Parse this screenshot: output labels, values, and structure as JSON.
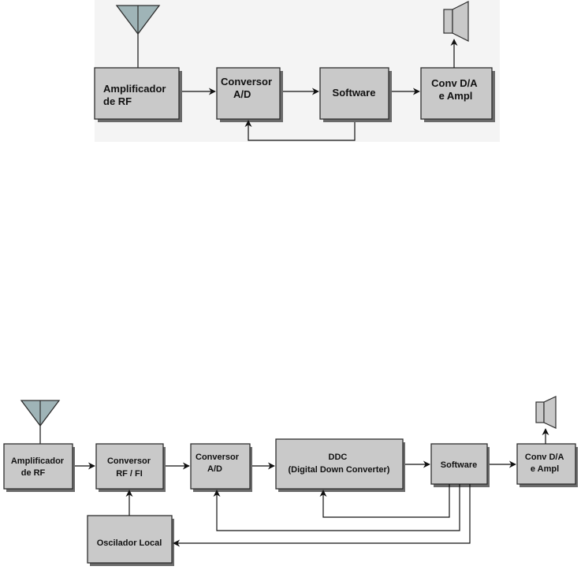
{
  "diagram_1": {
    "blocks": {
      "amp": [
        "Amplificador",
        "de RF"
      ],
      "adc": [
        "Conversor",
        "A/D"
      ],
      "sw": [
        "Software"
      ],
      "dac": [
        "Conv D/A",
        "e Ampl"
      ]
    }
  },
  "diagram_2": {
    "blocks": {
      "amp": [
        "Amplificador",
        "de RF"
      ],
      "rffi": [
        "Conversor",
        "RF / FI"
      ],
      "adc": [
        "Conversor",
        "A/D"
      ],
      "ddc": [
        "DDC",
        "(Digital Down Converter)"
      ],
      "sw": [
        "Software"
      ],
      "dac": [
        "Conv D/A",
        "e Ampl"
      ],
      "osc": [
        "Oscilador Local"
      ]
    }
  },
  "colors": {
    "block_fill": "#c9c9c9",
    "block_shadow": "#6b6b6b",
    "diagram_bg": "#f4f4f4",
    "antenna": "#9fb4b7",
    "line": "#111111"
  },
  "icons": [
    "antenna-icon",
    "speaker-icon"
  ]
}
